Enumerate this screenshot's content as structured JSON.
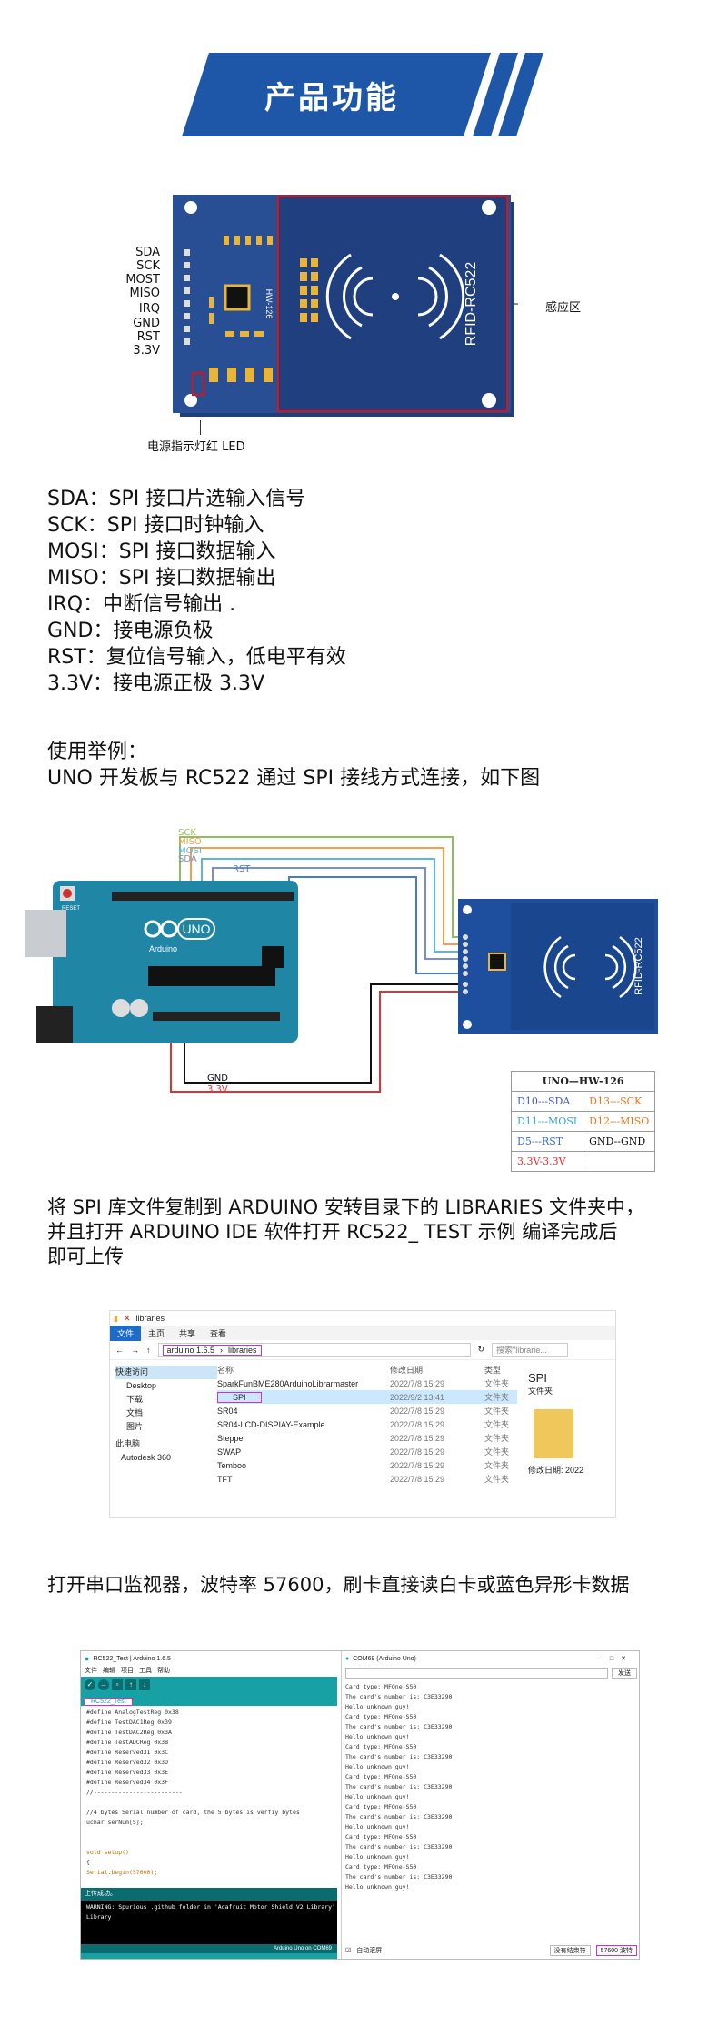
{
  "banner": {
    "title": "产品功能"
  },
  "module": {
    "pins": [
      "SDA",
      "SCK",
      "MOST",
      "MISO",
      "IRQ",
      "GND",
      "RST",
      "3.3V"
    ],
    "board_text": "RFID-RC522",
    "hw_text": "HW-126",
    "sense_area_label": "感应区",
    "led_label": "电源指示灯红 LED"
  },
  "pin_desc": [
    "SDA：SPI 接口片选输入信号",
    "SCK：SPI 接口时钟输入",
    "MOSI：SPI 接口数据输入",
    "MISO：SPI 接口数据输出",
    "IRQ：中断信号输出 .",
    "GND：接电源负极",
    "RST：复位信号输入，低电平有效",
    "3.3V：接电源正极 3.3V"
  ],
  "example": {
    "heading": "使用举例：",
    "subheading": "UNO 开发板与 RC522 通过 SPI 接线方式连接，如下图"
  },
  "wiring": {
    "wire_labels": [
      "SCK",
      "MISO",
      "MOSI",
      "SDA",
      "RST",
      "GND",
      "3.3V"
    ],
    "uno_logo": "UNO",
    "arduino_text": "Arduino",
    "reset_label": "RESET",
    "table_title": "UNO—HW-126",
    "table_rows": [
      [
        "D10---SDA",
        "D13---SCK"
      ],
      [
        "D11---MOSI",
        "D12---MISO"
      ],
      [
        "D5---RST",
        "GND--GND"
      ],
      [
        "3.3V-3.3V",
        ""
      ]
    ],
    "board_text": "RFID-RC522"
  },
  "instruction1": [
    "将 SPI 库文件复制到 ARDUINO 安转目录下的 LIBRARIES 文件夹中，",
    "并且打开  ARDUINO IDE  软件打开  RC522_ TEST  示例 编译完成后",
    "即可上传"
  ],
  "explorer": {
    "title": "libraries",
    "tabs": [
      "文件",
      "主页",
      "共享",
      "查看"
    ],
    "path": [
      "arduino 1.6.5",
      "libraries"
    ],
    "search_placeholder": "搜索\"librarie...",
    "columns": [
      "名称",
      "修改日期",
      "类型"
    ],
    "nav": [
      "快速访问",
      "Desktop",
      "下载",
      "文档",
      "图片",
      "此电脑",
      "Autodesk 360"
    ],
    "rows": [
      {
        "name": "SparkFunBME280ArduinoLibrarmaster",
        "date": "2022/7/8 15:29",
        "type": "文件夹"
      },
      {
        "name": "SPI",
        "date": "2022/9/2 13:41",
        "type": "文件夹"
      },
      {
        "name": "SR04",
        "date": "2022/7/8 15:29",
        "type": "文件夹"
      },
      {
        "name": "SR04-LCD-DISPIAY-Example",
        "date": "2022/7/8 15:29",
        "type": "文件夹"
      },
      {
        "name": "Stepper",
        "date": "2022/7/8 15:29",
        "type": "文件夹"
      },
      {
        "name": "SWAP",
        "date": "2022/7/8 15:29",
        "type": "文件夹"
      },
      {
        "name": "Temboo",
        "date": "2022/7/8 15:29",
        "type": "文件夹"
      },
      {
        "name": "TFT",
        "date": "2022/7/8 15:29",
        "type": "文件夹"
      }
    ],
    "preview_name": "SPI",
    "preview_type": "文件夹",
    "preview_date_label": "修改日期:",
    "preview_date": "2022"
  },
  "instruction2": "打开串口监视器，波特率 57600，刷卡直接读白卡或蓝色异形卡数据",
  "ide": {
    "title": "RC522_Test | Arduino 1.6.5",
    "menu": [
      "文件",
      "编辑",
      "项目",
      "工具",
      "帮助"
    ],
    "tab": "RC522_Test",
    "code_lines": [
      "#define AnalogTestReg 0x38",
      "#define TestDAC1Reg 0x39",
      "#define TestDAC2Reg 0x3A",
      "#define TestADCReg 0x3B",
      "#define Reserved31 0x3C",
      "#define Reserved32 0x3D",
      "#define Reserved33 0x3E",
      "#define Reserved34 0x3F",
      "//-------------------------",
      "",
      "//4 bytes Serial number of card, the 5 bytes is verfiy bytes",
      "uchar serNum[5];",
      "",
      "",
      "void setup()",
      "{",
      "  Serial.begin(57600);"
    ],
    "status": "上传成功。",
    "console": [
      "WARNING: Spurious .github folder in 'Adafruit Motor Shield V2 Library'",
      "Library"
    ],
    "footer": "Arduino Uno on COM69"
  },
  "monitor": {
    "title": "COM69 (Arduino Uno)",
    "send_label": "发送",
    "lines": [
      "Card type: MFOne-S50",
      "The card's number is: C3E33290",
      "Hello unknown guy!",
      "Card type: MFOne-S50",
      "The card's number is: C3E33290",
      "Hello unknown guy!",
      "Card type: MFOne-S50",
      "The card's number is: C3E33290",
      "Hello unknown guy!",
      "Card type: MFOne-S50",
      "The card's number is: C3E33290",
      "Hello unknown guy!",
      "Card type: MFOne-S50",
      "The card's number is: C3E33290",
      "Hello unknown guy!",
      "Card type: MFOne-S50",
      "The card's number is: C3E33290",
      "Hello unknown guy!",
      "Card type: MFOne-S50",
      "The card's number is: C3E33290",
      "Hello unknown guy!"
    ],
    "autoscroll": "自动滚屏",
    "line_ending": "没有结束符",
    "baud": "57600 波特"
  }
}
